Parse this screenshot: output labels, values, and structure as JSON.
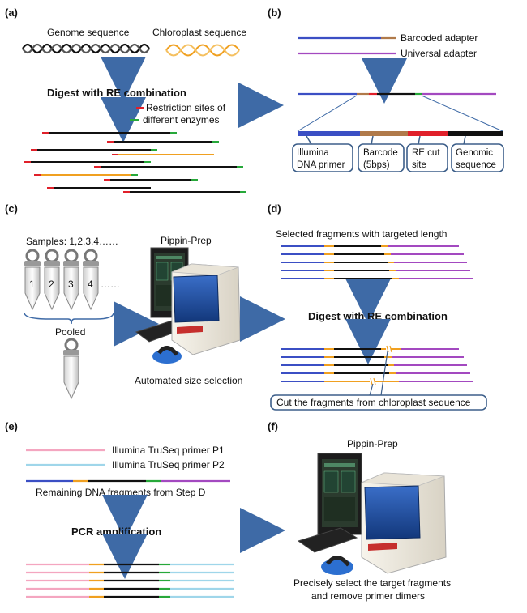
{
  "panels": {
    "a": {
      "label": "(a)",
      "genome_label": "Genome sequence",
      "chloroplast_label": "Chloroplast sequence",
      "step_label": "Digest with RE combination",
      "legend_line1": "Restriction sites of",
      "legend_line2": "different enzymes"
    },
    "b": {
      "label": "(b)",
      "barcoded_adapter": "Barcoded adapter",
      "universal_adapter": "Universal adapter",
      "box1_line1": "Illumina",
      "box1_line2": "DNA primer",
      "box2_line1": "Barcode",
      "box2_line2": "(5bps)",
      "box3_line1": "RE cut",
      "box3_line2": "site",
      "box4_line1": "Genomic",
      "box4_line2": "sequence"
    },
    "c": {
      "label": "(c)",
      "samples_label": "Samples: 1,2,3,4……",
      "tube_numbers": [
        "1",
        "2",
        "3",
        "4"
      ],
      "tube_ellipsis": "……",
      "pooled_label": "Pooled",
      "instrument_label": "Pippin-Prep",
      "caption": "Automated size selection"
    },
    "d": {
      "label": "(d)",
      "selected_label": "Selected fragments with targeted length",
      "step_label": "Digest with RE combination",
      "callout": "Cut the fragments from chloroplast sequence"
    },
    "e": {
      "label": "(e)",
      "primer_p1": "Illumina TruSeq primer P1",
      "primer_p2": "Illumina TruSeq primer P2",
      "remaining_label": "Remaining DNA fragments from Step D",
      "step_label": "PCR amplification"
    },
    "f": {
      "label": "(f)",
      "instrument_label": "Pippin-Prep",
      "caption_line1": "Precisely select the target fragments",
      "caption_line2": "and remove primer dimers"
    }
  },
  "colors": {
    "arrow": "#3e6aa6",
    "adapter_blue": "#3b4fc4",
    "adapter_purple": "#a349c0",
    "barcode_brown": "#b07a4a",
    "re_red": "#e0202a",
    "re_green": "#27a83a",
    "genomic_black": "#111111",
    "chloroplast_orange": "#f0a020",
    "primer_pink": "#f4a6c0",
    "primer_cyan": "#9fd6ea",
    "callout_border": "#3d5f8a"
  }
}
